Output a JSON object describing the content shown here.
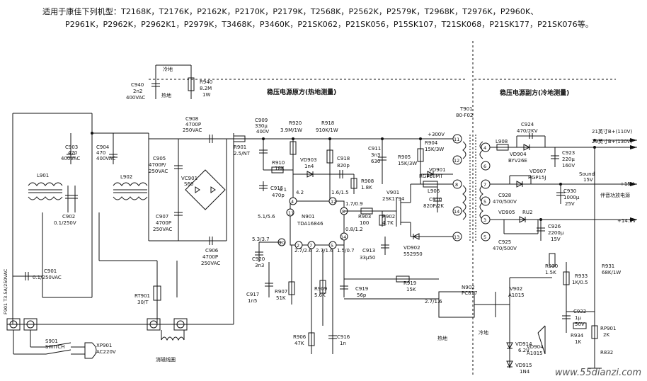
{
  "header": {
    "line1": "适用于康佳下列机型：T2168K，T2176K，P2162K，P2170K，P2179K，T2568K，P2562K，P2579K，T2968K，T2976K，P2960K、",
    "line2": "P2961K，P2962K，P2962K1，P2979K，T3468K，P3460K，P21SK062，P21SK056，P15SK107，T21SK068，P21SK177，P21SK076等。"
  },
  "sections": {
    "primary": "稳压电源原方(热地测量)",
    "secondary": "稳压电源副方(冷地测量)"
  },
  "ground_note": {
    "cold": "冷地",
    "hot": "热地"
  },
  "components": {
    "C940": [
      "C940",
      "2n2",
      "400VAC"
    ],
    "R940": [
      "R940",
      "8.2M",
      "1W"
    ],
    "C903": [
      "C903",
      "470",
      "400VAC"
    ],
    "C904": [
      "C904",
      "470",
      "400VAC"
    ],
    "L901": "L901",
    "L902": "L902",
    "C902": [
      "C902",
      "0.1/250V"
    ],
    "C901": [
      "C901",
      "0.1/250VAC"
    ],
    "F901": "F901 T3.5A/250VAC",
    "S901": [
      "S901",
      "SWITCH"
    ],
    "XP901": [
      "XP901",
      "AC220V"
    ],
    "RT901": [
      "RT901",
      "30/T"
    ],
    "degauss": "消磁线圈",
    "C908": [
      "C908",
      "4700P",
      "250VAC"
    ],
    "C905": [
      "C905",
      "4700P/",
      "250VAC"
    ],
    "VC901": [
      "VC901",
      "S60"
    ],
    "C907": [
      "C907",
      "4700P",
      "250VAC"
    ],
    "C906": [
      "C906",
      "4700P",
      "250VAC"
    ],
    "R901": [
      "R901",
      "2.5/NT"
    ],
    "C909": [
      "C909",
      "330μ",
      "400V"
    ],
    "R920": [
      "R920",
      "3.9M/1W"
    ],
    "R918": [
      "R918",
      "910K/1W"
    ],
    "R910": [
      "R910",
      "18K"
    ],
    "VD903": [
      "VD903",
      "1n4"
    ],
    "C918": [
      "C918",
      "820p"
    ],
    "R908": [
      "R908",
      "1.8K"
    ],
    "C915": [
      "C915",
      "470p"
    ],
    "N901": [
      "N901",
      "TDA16846"
    ],
    "C920": [
      "C920",
      "3n3"
    ],
    "C917": [
      "C917",
      "1n5"
    ],
    "R907": [
      "R907",
      "51K"
    ],
    "R909": [
      "R909",
      "5.6K"
    ],
    "C919": [
      "C919",
      "56p"
    ],
    "R906": [
      "R906",
      "47K"
    ],
    "C916": [
      "C916",
      "1n"
    ],
    "C913": [
      "C913",
      "33μ50"
    ],
    "R919": [
      "R919",
      "15K"
    ],
    "C911": [
      "C911",
      "3n3",
      "630"
    ],
    "R905": [
      "R905",
      "15K/3W"
    ],
    "R904": [
      "R904",
      "15K/3W"
    ],
    "VD901": [
      "VD901",
      "RGP10MT"
    ],
    "V901": [
      "V901",
      "2SK1794"
    ],
    "R903": [
      "R903",
      "100"
    ],
    "R902": [
      "R902",
      "4.7K"
    ],
    "L906": "L906",
    "C910": [
      "C910",
      "820P/2K"
    ],
    "VD902": [
      "VD902",
      "552950"
    ],
    "T901": [
      "T901",
      "80-F02"
    ],
    "L908": "L908",
    "C924": [
      "C924",
      "470/2KV"
    ],
    "VD904": [
      "VD904",
      "BYV26E"
    ],
    "C923": [
      "C923",
      "220μ",
      "160V"
    ],
    "VD907": [
      "VD907",
      "RGP15J"
    ],
    "C928": [
      "C928",
      "470/500V"
    ],
    "C930": [
      "C930",
      "1000μ",
      "25V"
    ],
    "VD905": [
      "VD905",
      "RU2"
    ],
    "C926": [
      "C926",
      "2200μ",
      "15V"
    ],
    "C925": [
      "C925",
      "470/500V"
    ],
    "N902": [
      "N902",
      "PC817"
    ],
    "V902": [
      "V902",
      "A1015"
    ],
    "R930": [
      "R930",
      "1.5K"
    ],
    "R933": [
      "R933",
      "1K/0.5"
    ],
    "R931": [
      "R931",
      "68K/1W"
    ],
    "C922": [
      "C922",
      "1μ",
      "50V"
    ],
    "R934": [
      "R934",
      "1K"
    ],
    "RP901": [
      "RP901",
      "2K"
    ],
    "R832": "R832",
    "VD914": [
      "VD914",
      "6.2V"
    ],
    "VD915": [
      "VD915",
      "1N4"
    ],
    "VD904b": [
      "VD904",
      "A1015"
    ]
  },
  "outputs": {
    "b21": "21英寸B+(110V)",
    "b29": "29英寸B+(130V)",
    "sound": [
      "Sound",
      "15V"
    ],
    "p15": "+15V",
    "audio": "伴音功放电源",
    "p145": "+14.5V",
    "p300": "+300V"
  },
  "pins": [
    "1",
    "2",
    "3",
    "4",
    "5",
    "6",
    "7",
    "8",
    "9",
    "10",
    "11",
    "12",
    "13",
    "14"
  ],
  "transformer_pins": [
    "11",
    "12",
    "8",
    "14",
    "13",
    "4",
    "6",
    "7",
    "5",
    "3",
    "5"
  ],
  "voltages": {
    "v4": "4.1",
    "v11": "4.2",
    "v12": "1.6/1.5",
    "v8": "1.7/0.9",
    "v1": "5.1/5.6",
    "v3": "5.3/3.7",
    "v2": "2.7/2.6",
    "v6": "2.7/1.6",
    "v5": "1.5/0.7",
    "v14": "0.8/1.2",
    "opto": "2.7/1.6"
  },
  "watermark": "www.55dianzi.com"
}
